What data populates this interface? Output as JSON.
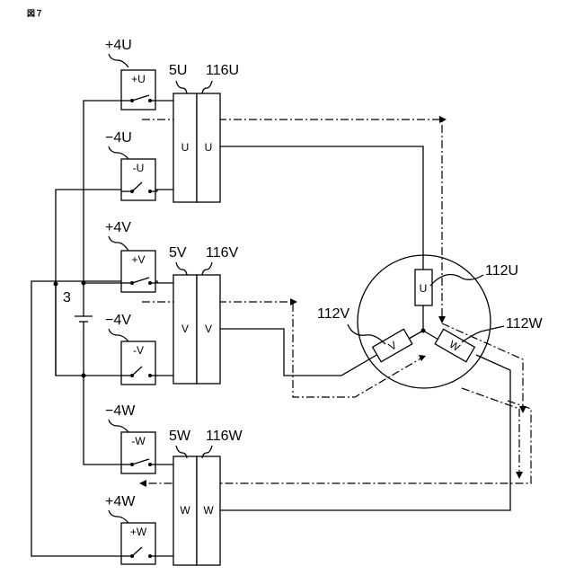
{
  "figure_label": "図７",
  "battery": "3",
  "switches": [
    {
      "key": "pu",
      "outer": "+4U",
      "inner": "+U"
    },
    {
      "key": "mu",
      "outer": "−4U",
      "inner": "-U"
    },
    {
      "key": "pv",
      "outer": "+4V",
      "inner": "+V"
    },
    {
      "key": "mv",
      "outer": "−4V",
      "inner": "-V"
    },
    {
      "key": "mw",
      "outer": "−4W",
      "inner": "-W"
    },
    {
      "key": "pw",
      "outer": "+4W",
      "inner": "+W"
    }
  ],
  "blocks": [
    {
      "id": "5U",
      "inner": "U"
    },
    {
      "id": "116U",
      "inner": "U"
    },
    {
      "id": "5V",
      "inner": "V"
    },
    {
      "id": "116V",
      "inner": "V"
    },
    {
      "id": "5W",
      "inner": "W"
    },
    {
      "id": "116W",
      "inner": "W"
    }
  ],
  "coils": [
    {
      "id": "112U",
      "inner": "U"
    },
    {
      "id": "112V",
      "inner": "V"
    },
    {
      "id": "112W",
      "inner": "W"
    }
  ]
}
